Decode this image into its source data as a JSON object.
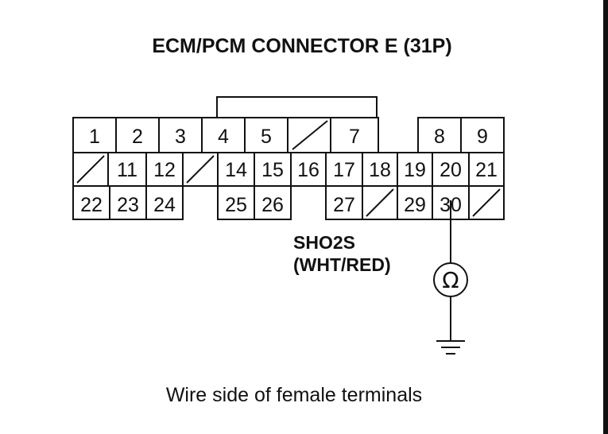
{
  "title": "ECM/PCM CONNECTOR E (31P)",
  "caption": "Wire side of female terminals",
  "meter_symbol": "Ω",
  "probe": {
    "line1": "SHO2S",
    "line2": "(WHT/RED)"
  },
  "rows": [
    [
      "1",
      "2",
      "3",
      "4",
      "5",
      "",
      "7",
      "",
      "8",
      "9"
    ],
    [
      "",
      "11",
      "12",
      "",
      "14",
      "15",
      "16",
      "17",
      "18",
      "19",
      "20",
      "21"
    ],
    [
      "22",
      "23",
      "24",
      "",
      "25",
      "26",
      "",
      "27",
      "",
      "29",
      "30",
      ""
    ]
  ],
  "colors": {
    "ink": "#111111",
    "background": "#ffffff"
  }
}
